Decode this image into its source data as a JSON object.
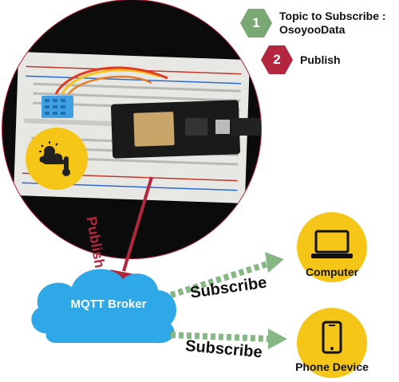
{
  "legend": [
    {
      "number": "1",
      "text_line1": "Topic to Subscribe :",
      "text_line2": "OsoyooData",
      "color": "#7aa874"
    },
    {
      "number": "2",
      "text_line1": "Publish",
      "text_line2": "",
      "color": "#b3263e"
    }
  ],
  "publish_label": "Publish",
  "broker_label": "MQTT Broker",
  "subscribe_labels": [
    "Subscribe",
    "Subscribe"
  ],
  "devices": [
    {
      "label": "Computer",
      "icon": "laptop-icon"
    },
    {
      "label": "Phone Device",
      "icon": "smartphone-icon"
    }
  ],
  "sensor_icon": "weather-thermometer-icon",
  "colors": {
    "accent_green": "#7aa874",
    "accent_red": "#b3263e",
    "yellow": "#f5c518",
    "cloud_blue": "#2ea8e6"
  }
}
